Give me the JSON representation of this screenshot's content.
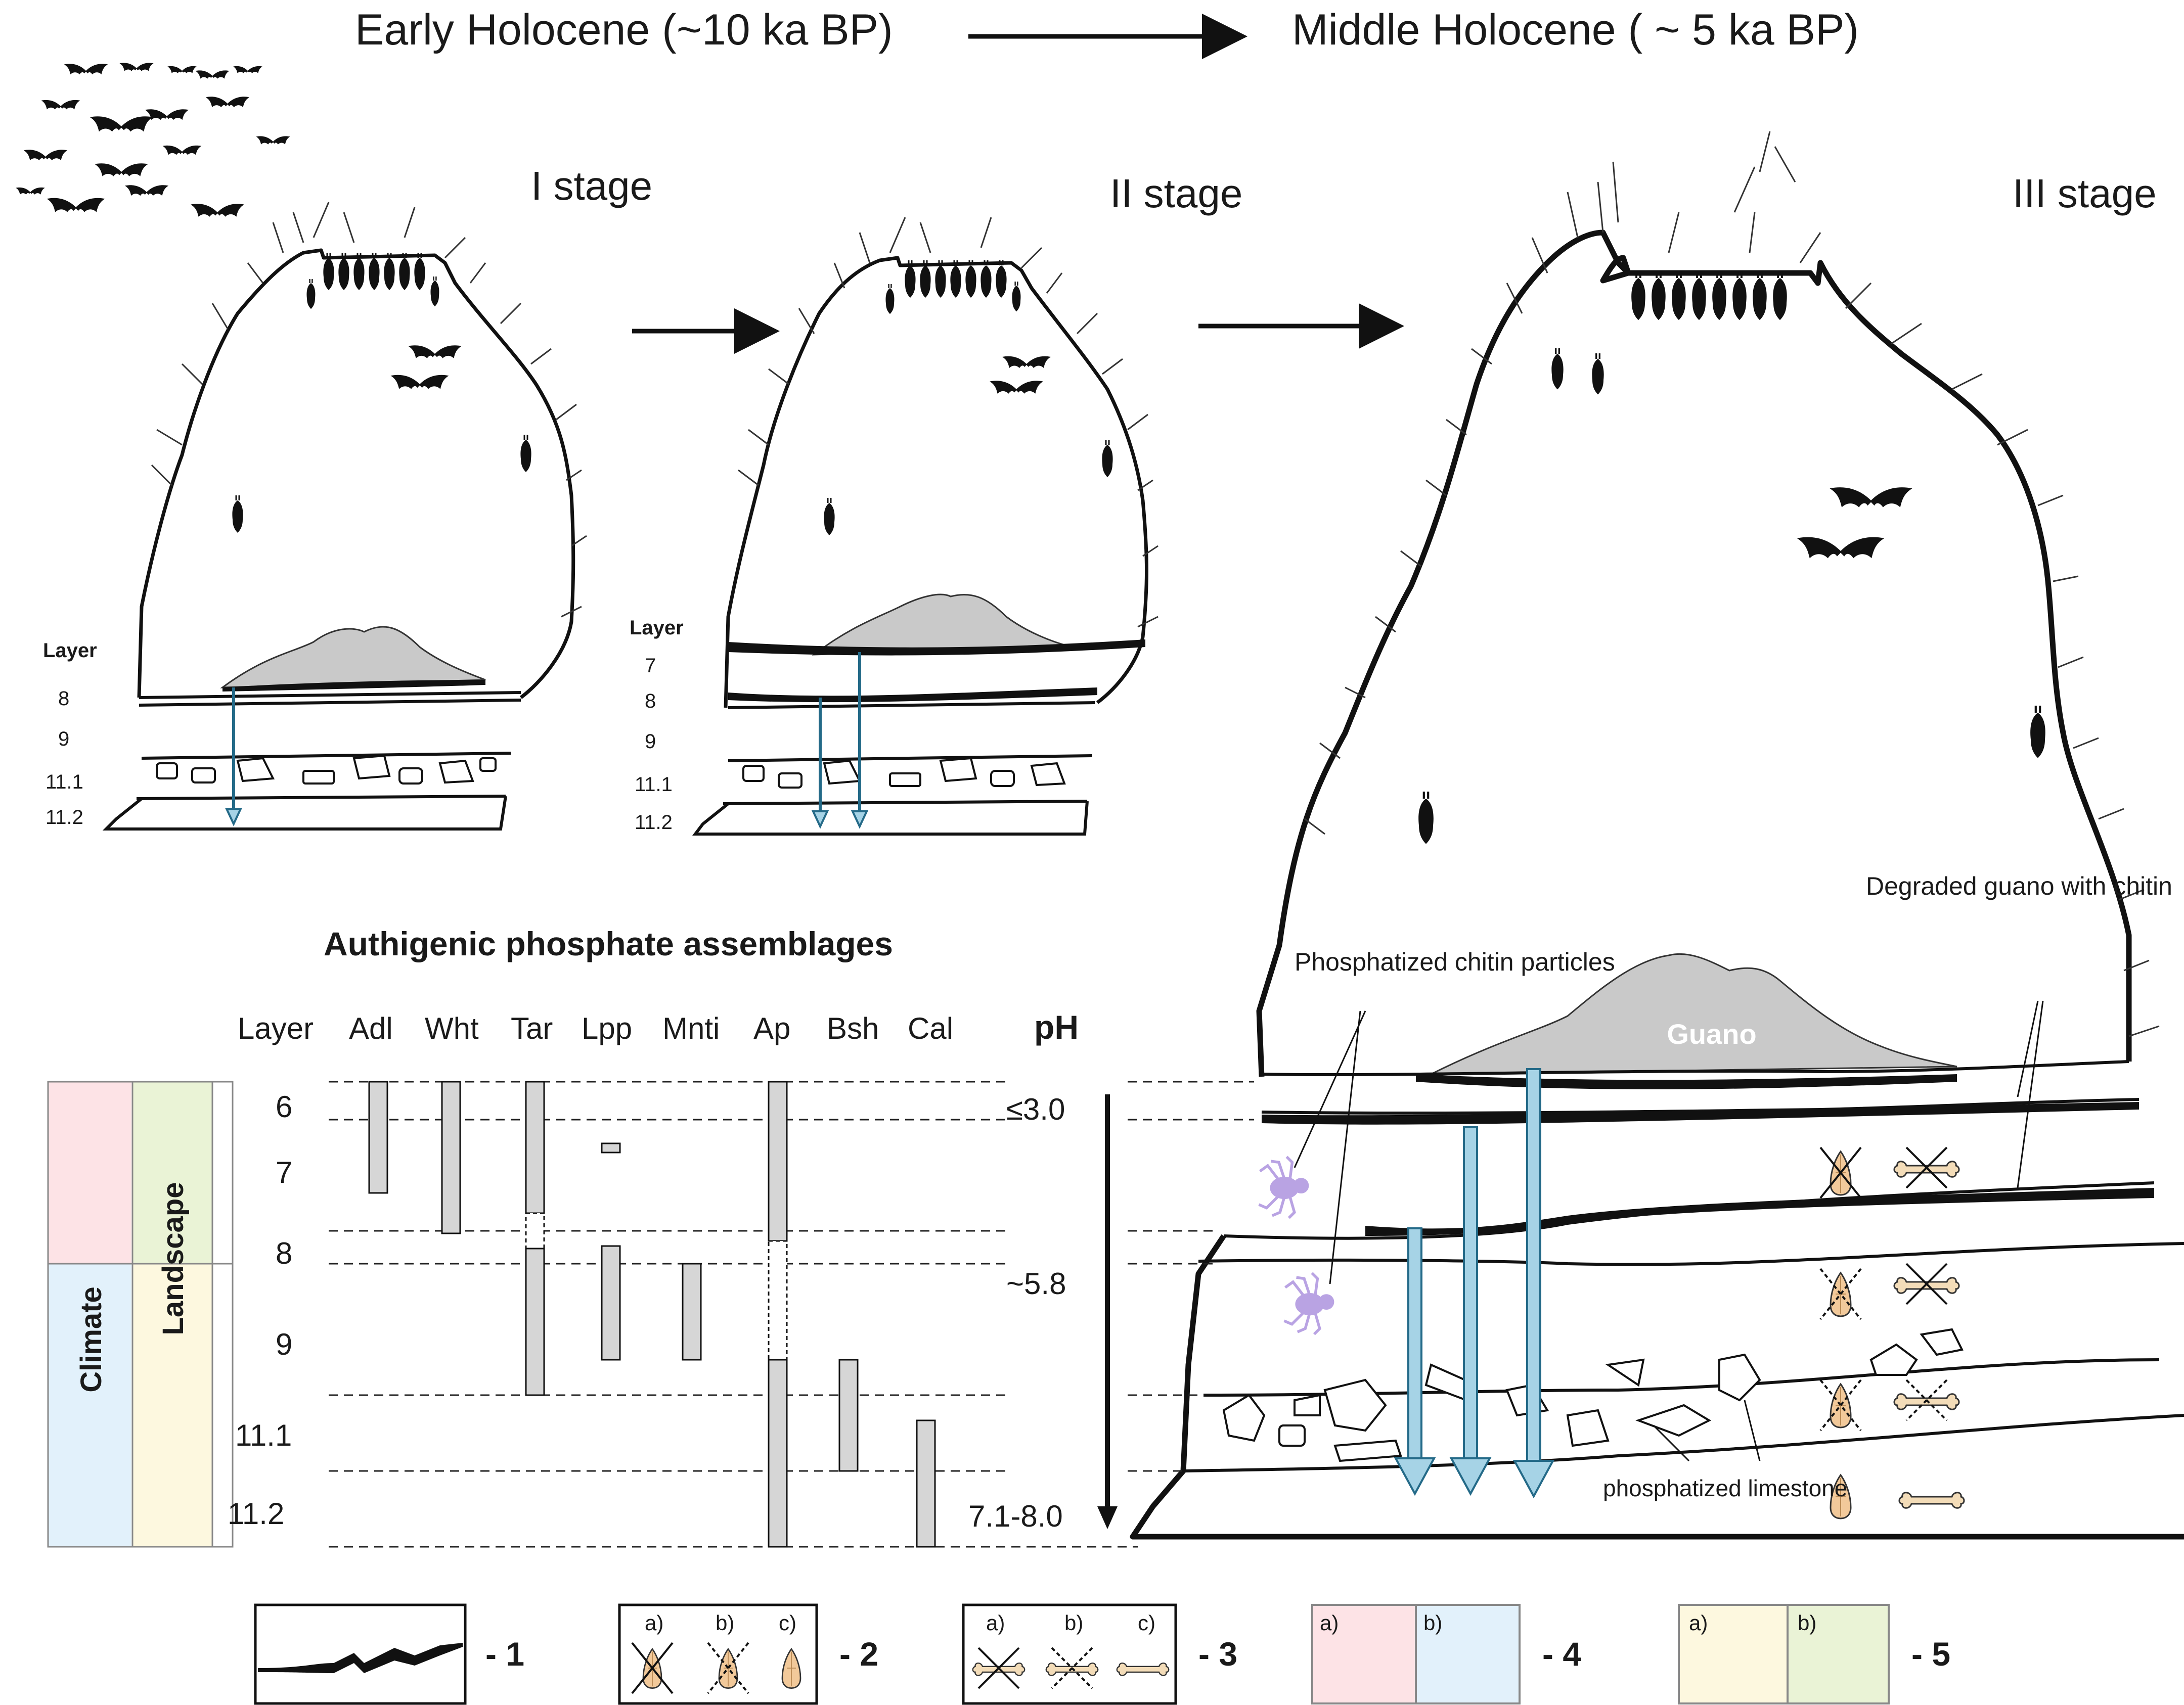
{
  "header": {
    "early": "Early Holocene (~10 ka BP)",
    "middle": "Middle Holocene ( ~ 5 ka BP)"
  },
  "stages": {
    "s1": "I stage",
    "s2": "II stage",
    "s3": "III stage"
  },
  "stage1_layers": {
    "title": "Layer",
    "items": [
      "8",
      "9",
      "11.1",
      "11.2"
    ]
  },
  "stage2_layers": {
    "title": "Layer",
    "items": [
      "7",
      "8",
      "9",
      "11.1",
      "11.2"
    ]
  },
  "assemblage": {
    "title": "Authigenic phosphate assemblages",
    "headers": [
      "Layer",
      "Adl",
      "Wht",
      "Tar",
      "Lpp",
      "Mnti",
      "Ap",
      "Bsh",
      "Cal"
    ],
    "ph_header": "pH",
    "layers": [
      "6",
      "7",
      "8",
      "9",
      "11.1",
      "11.2"
    ],
    "ph_values": [
      "≤3.0",
      "~5.8",
      "7.1-8.0"
    ],
    "side_labels": {
      "climate": "Climate",
      "landscape": "Landscape"
    }
  },
  "stage3_labels": {
    "guano": "Guano",
    "chitin": "Phosphatized chitin particles",
    "degraded": "Degraded guano with chitin",
    "limestone": "phosphatized limestone"
  },
  "legend": {
    "items": [
      {
        "number": "- 1"
      },
      {
        "number": "- 2",
        "sub": [
          "a)",
          "b)",
          "c)"
        ]
      },
      {
        "number": "- 3",
        "sub": [
          "a)",
          "b)",
          "c)"
        ]
      },
      {
        "number": "- 4",
        "sub": [
          "a)",
          "b)"
        ]
      },
      {
        "number": "- 5",
        "sub": [
          "a)",
          "b)"
        ]
      }
    ]
  },
  "colors": {
    "guano": "#c9c9c9",
    "arrow": "#a6d3e6",
    "climate_a": "#fde3e6",
    "climate_b": "#e2f1fb",
    "landscape_a": "#fdf8df",
    "landscape_b": "#eaf3d6",
    "artifact": "#f2c99a",
    "spider": "#b9a3e3"
  },
  "icons": [
    "bat-icon",
    "hanging-bat-icon",
    "spider-icon",
    "artifact-icon",
    "bone-icon"
  ]
}
